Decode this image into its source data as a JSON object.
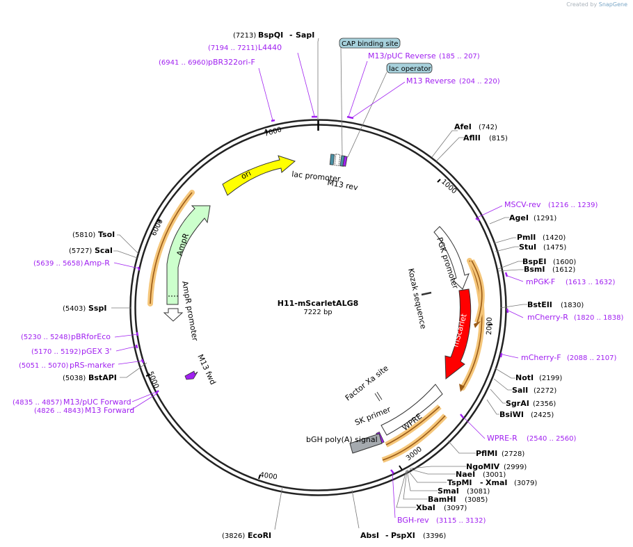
{
  "credit": {
    "prefix": "Created by",
    "brand": "SnapGene"
  },
  "plasmid": {
    "name": "H11-mScarletALG8",
    "length": "7222 bp"
  },
  "ticks": [
    {
      "label": "1000"
    },
    {
      "label": "2000"
    },
    {
      "label": "3000"
    },
    {
      "label": "4000"
    },
    {
      "label": "5000"
    },
    {
      "label": "6000"
    },
    {
      "label": "7000"
    }
  ],
  "sites": [
    {
      "name": "BspQI",
      "name2": "SapI",
      "pos": "(7213)"
    },
    {
      "name": "AfeI",
      "pos": "(742)"
    },
    {
      "name": "AflII",
      "pos": "(815)"
    },
    {
      "name": "AgeI",
      "pos": "(1291)"
    },
    {
      "name": "PmlI",
      "pos": "(1420)"
    },
    {
      "name": "StuI",
      "pos": "(1475)"
    },
    {
      "name": "BspEI",
      "pos": "(1600)"
    },
    {
      "name": "BsmI",
      "pos": "(1612)"
    },
    {
      "name": "BstEII",
      "pos": "(1830)"
    },
    {
      "name": "NotI",
      "pos": "(2199)"
    },
    {
      "name": "SalI",
      "pos": "(2272)"
    },
    {
      "name": "SgrAI",
      "pos": "(2356)"
    },
    {
      "name": "BsiWI",
      "pos": "(2425)"
    },
    {
      "name": "PflMI",
      "pos": "(2728)"
    },
    {
      "name": "NgoMIV",
      "pos": "(2999)"
    },
    {
      "name": "NaeI",
      "pos": "(3001)"
    },
    {
      "name": "TspMI",
      "name2": "XmaI",
      "pos": "(3079)"
    },
    {
      "name": "SmaI",
      "pos": "(3081)"
    },
    {
      "name": "BamHI",
      "pos": "(3085)"
    },
    {
      "name": "XbaI",
      "pos": "(3097)"
    },
    {
      "name": "AbsI",
      "name2": "PspXI",
      "pos": "(3396)"
    },
    {
      "name": "EcoRI",
      "pos": "(3826)"
    },
    {
      "name": "BstAPI",
      "pos": "(5038)"
    },
    {
      "name": "SspI",
      "pos": "(5403)"
    },
    {
      "name": "ScaI",
      "pos": "(5727)"
    },
    {
      "name": "TsoI",
      "pos": "(5810)"
    }
  ],
  "primers": [
    {
      "name": "L4440",
      "pos": "(7194 .. 7211)"
    },
    {
      "name": "pBR322ori-F",
      "pos": "(6941 .. 6960)"
    },
    {
      "name": "M13/pUC Reverse",
      "pos": "(185 .. 207)"
    },
    {
      "name": "M13 Reverse",
      "pos": "(204 .. 220)"
    },
    {
      "name": "MSCV-rev",
      "pos": "(1216 .. 1239)"
    },
    {
      "name": "mPGK-F",
      "pos": "(1613 .. 1632)"
    },
    {
      "name": "mCherry-R",
      "pos": "(1820 .. 1838)"
    },
    {
      "name": "mCherry-F",
      "pos": "(2088 .. 2107)"
    },
    {
      "name": "WPRE-R",
      "pos": "(2540 .. 2560)"
    },
    {
      "name": "BGH-rev",
      "pos": "(3115 .. 3132)"
    },
    {
      "name": "M13/pUC Forward",
      "pos": "(4835 .. 4857)"
    },
    {
      "name": "M13 Forward",
      "pos": "(4826 .. 4843)"
    },
    {
      "name": "pRS-marker",
      "pos": "(5051 .. 5070)"
    },
    {
      "name": "pGEX 3'",
      "pos": "(5170 .. 5192)"
    },
    {
      "name": "pBRforEco",
      "pos": "(5230 .. 5248)"
    },
    {
      "name": "Amp-R",
      "pos": "(5639 .. 5658)"
    }
  ],
  "boxed_labels": [
    {
      "name": "CAP binding site"
    },
    {
      "name": "lac operator"
    }
  ],
  "features": [
    {
      "name": "ori",
      "color": "#ffff00"
    },
    {
      "name": "AmpR",
      "color": "#ccffcc"
    },
    {
      "name": "AmpR promoter",
      "color": "#ffffff"
    },
    {
      "name": "lac promoter",
      "color": "#ffffff"
    },
    {
      "name": "M13 rev",
      "color": "#a020f0"
    },
    {
      "name": "PGK promoter",
      "color": "#ffffff"
    },
    {
      "name": "Kozak sequence",
      "color": "#ffffff"
    },
    {
      "name": "mScarlet",
      "color": "#ff0000"
    },
    {
      "name": "Factor Xa site",
      "color": "#ffffff"
    },
    {
      "name": "WPRE",
      "color": "#ffffff"
    },
    {
      "name": "SK primer",
      "color": "#a020f0"
    },
    {
      "name": "bGH poly(A) signal",
      "color": "#a5aaaf"
    },
    {
      "name": "M13 fwd",
      "color": "#a020f0"
    }
  ],
  "colors": {
    "backbone": "#222222",
    "primer": "#a020f0",
    "orf_highlight": "#f5c67a",
    "orf_arrow": "#9a5a16",
    "boxed_label_fill": "#a7d1dc"
  }
}
